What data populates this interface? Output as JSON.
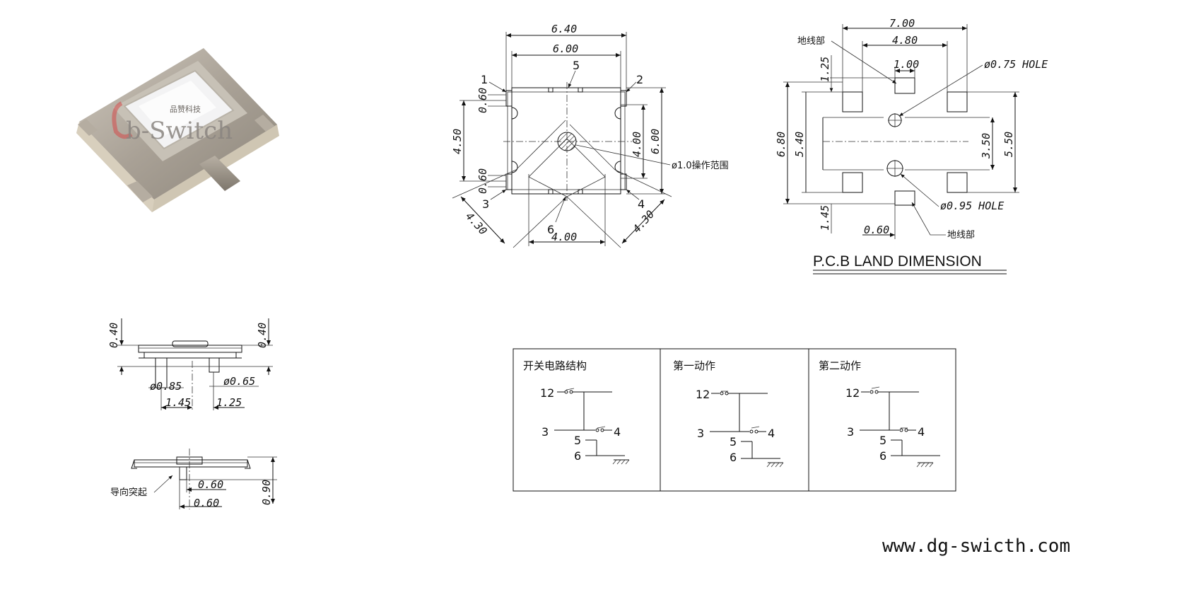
{
  "photo": {
    "logo_small": "品赞科技",
    "logo_main": "b-Switch"
  },
  "top_view": {
    "dims": {
      "w_outer": "6.40",
      "w_inner": "6.00",
      "h_left": "4.50",
      "h_inner": "4.00",
      "h_outer": "6.00",
      "pin_pitch_top": "0.60",
      "pin_pitch_bot": "0.60",
      "diag_left": "4.30",
      "diag_right": "4.30",
      "bottom": "4.00"
    },
    "pins": [
      "1",
      "2",
      "3",
      "4",
      "5",
      "6"
    ],
    "range_label": "ø1.0操作范围"
  },
  "pcb": {
    "title": "P.C.B LAND DIMENSION",
    "dims": {
      "w_outer": "7.00",
      "w_mid": "4.80",
      "pad": "1.00",
      "top_off": "1.25",
      "h_outer": "6.80",
      "h_inner": "5.40",
      "h_mid": "3.50",
      "h_right": "5.50",
      "bot_off": "1.45",
      "bot_pad": "0.60"
    },
    "ground_top": "地线部",
    "ground_bot": "地线部",
    "hole_small": "ø0.75  HOLE",
    "hole_large": "ø0.95  HOLE"
  },
  "side_view": {
    "h_left": "0.40",
    "h_right": "0.40",
    "d1": "ø0.85",
    "d2": "ø0.65",
    "x1": "1.45",
    "x2": "1.25"
  },
  "front_view": {
    "d1": "0.60",
    "d2": "0.60",
    "h": "0.90",
    "guide": "导向突起"
  },
  "circuit": {
    "panels": [
      {
        "title": "开关电路结构",
        "pins": [
          "12",
          "3",
          "4",
          "5",
          "6"
        ]
      },
      {
        "title": "第一动作",
        "pins": [
          "12",
          "3",
          "4",
          "5",
          "6"
        ]
      },
      {
        "title": "第二动作",
        "pins": [
          "12",
          "3",
          "4",
          "5",
          "6"
        ]
      }
    ]
  },
  "footer": {
    "url": "www.dg-swicth.com"
  }
}
